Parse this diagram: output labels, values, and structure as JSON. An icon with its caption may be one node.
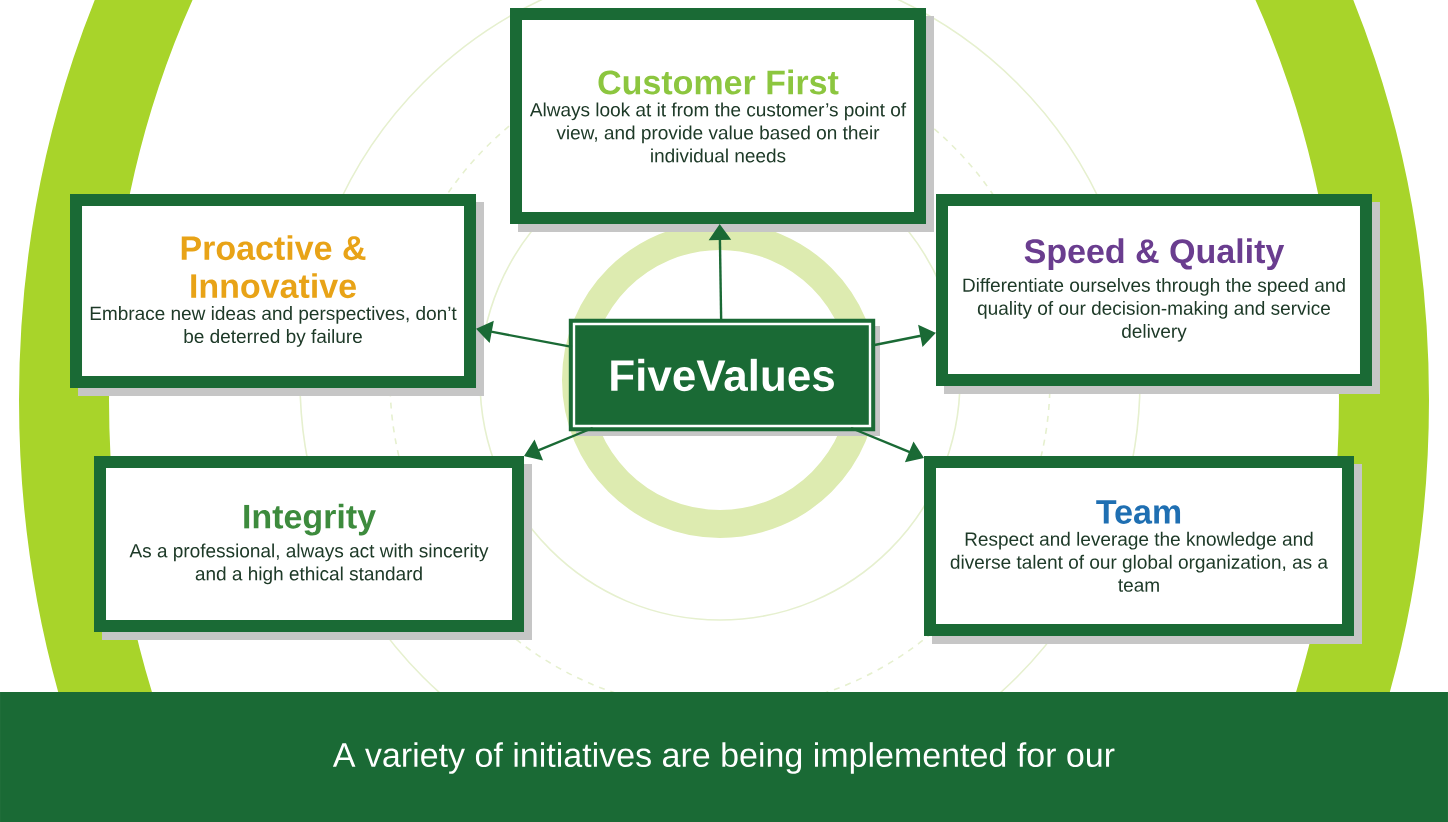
{
  "diagram": {
    "nodes": [
      {
        "text": [
          "Customer First",
          "Always look at it from the customer’s point of view, and provide value based on their individual needs"
        ]
      },
      {
        "text": [
          "Proactive & Innovative",
          "Embrace new ideas and perspectives, don’t be deterred by failure"
        ]
      },
      {
        "text": [
          "Speed & Quality",
          "Differentiate ourselves through the speed and quality of our decision-making and service delivery"
        ]
      },
      {
        "text": [
          "FiveValues"
        ]
      },
      {
        "text": [
          "Integrity",
          "As a professional, always act with sincerity and a high ethical standard"
        ]
      },
      {
        "text": [
          "Team",
          "Respect and leverage the knowledge and diverse talent of our global organization, as a team"
        ]
      }
    ],
    "edges": [
      {
        "from": 3,
        "to": 0,
        "arrow": "to"
      },
      {
        "from": 3,
        "to": 1,
        "arrow": "to"
      },
      {
        "from": 3,
        "to": 2,
        "arrow": "to"
      },
      {
        "from": 3,
        "to": 4,
        "arrow": "to"
      },
      {
        "from": 3,
        "to": 5,
        "arrow": "to"
      }
    ],
    "labels": [
      "A variety of initiatives are being implemented for our"
    ]
  }
}
